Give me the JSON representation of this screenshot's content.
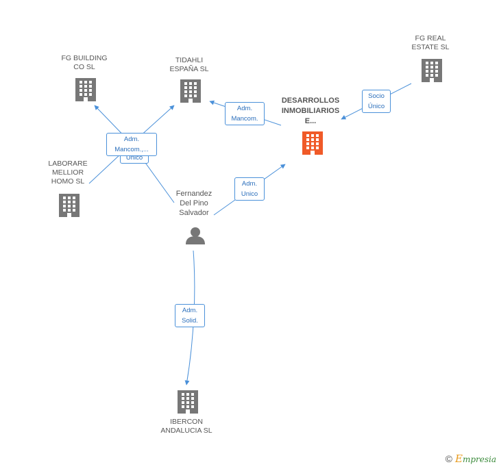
{
  "nodes": {
    "desarrollos": {
      "label": "DESARROLLOS\nINMOBILIARIOS\nE..."
    },
    "fg_real_estate": {
      "label": "FG REAL\nESTATE  SL"
    },
    "tidahli": {
      "label": "TIDAHLI\nESPAÑA SL"
    },
    "fg_building": {
      "label": "FG BUILDING\nCO SL"
    },
    "laborare": {
      "label": "LABORARE\nMELLIOR\nHOMO  SL"
    },
    "person": {
      "label": "Fernandez\nDel Pino\nSalvador"
    },
    "ibercon": {
      "label": "IBERCON\nANDALUCIA SL"
    }
  },
  "edges": {
    "socio_unico": "Socio\nÚnico",
    "adm_mancom_tidahli": "Adm.\nMancom.",
    "adm_mancom_multi": "Adm.\nMancom.,...",
    "unico_hidden": "Unico",
    "adm_unico": "Adm.\nUnico",
    "adm_solid": "Adm.\nSolid."
  },
  "footer": {
    "copyright": "©",
    "brand": "mpresia",
    "brand_initial": "E"
  },
  "colors": {
    "focus": "#f05a28",
    "building": "#777777",
    "edge": "#4a90d9"
  }
}
